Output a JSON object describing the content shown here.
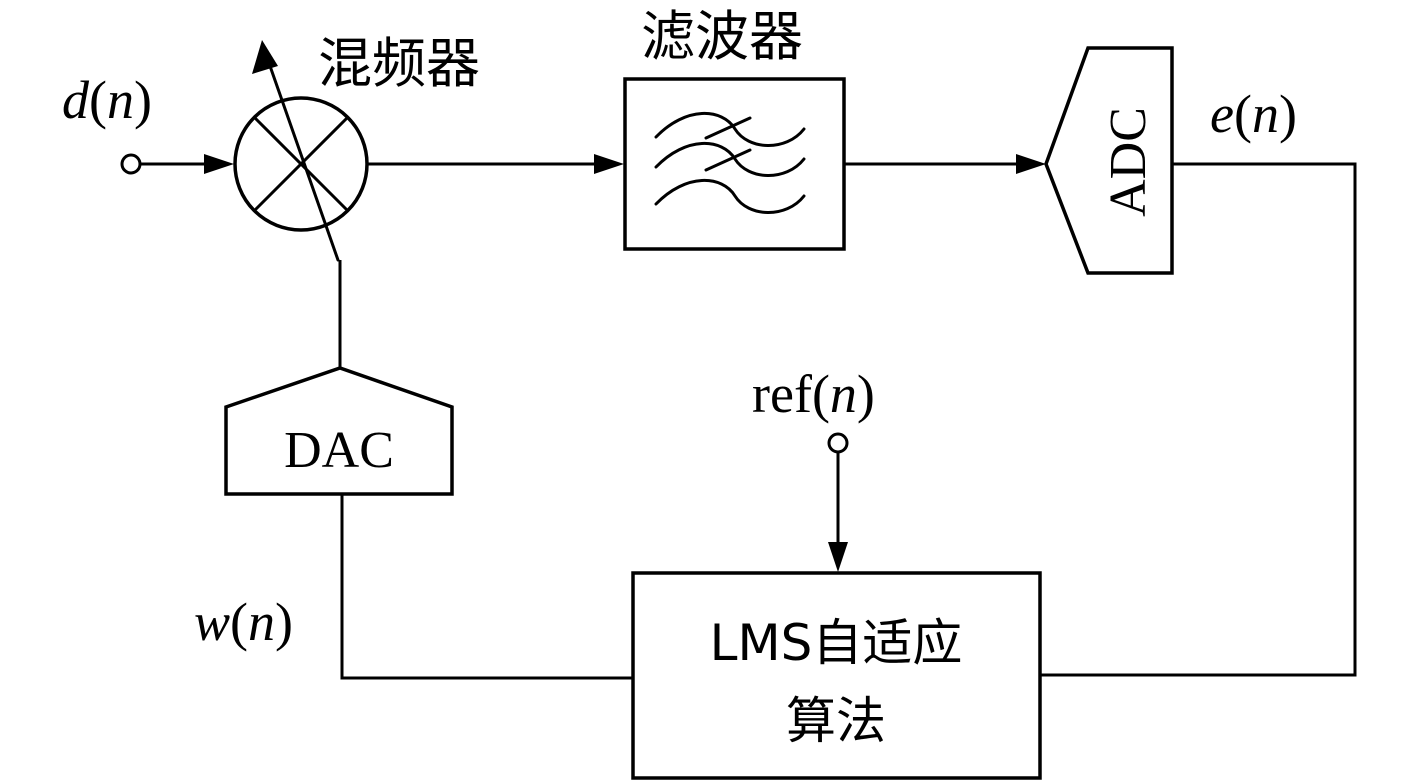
{
  "blocks": {
    "mixer": {
      "label": "混频器"
    },
    "filter": {
      "label": "滤波器"
    },
    "adc": {
      "label": "ADC"
    },
    "dac": {
      "label": "DAC"
    },
    "lms": {
      "line1": "LMS自适应",
      "line2": "算法"
    }
  },
  "signals": {
    "d": {
      "name": "d",
      "open": "(",
      "arg": "n",
      "close": ")"
    },
    "e": {
      "name": "e",
      "open": "(",
      "arg": "n",
      "close": ")"
    },
    "w": {
      "name": "w",
      "open": "(",
      "arg": "n",
      "close": ")"
    },
    "ref": {
      "name": "ref",
      "open": "(",
      "arg": "n",
      "close": ")"
    }
  }
}
